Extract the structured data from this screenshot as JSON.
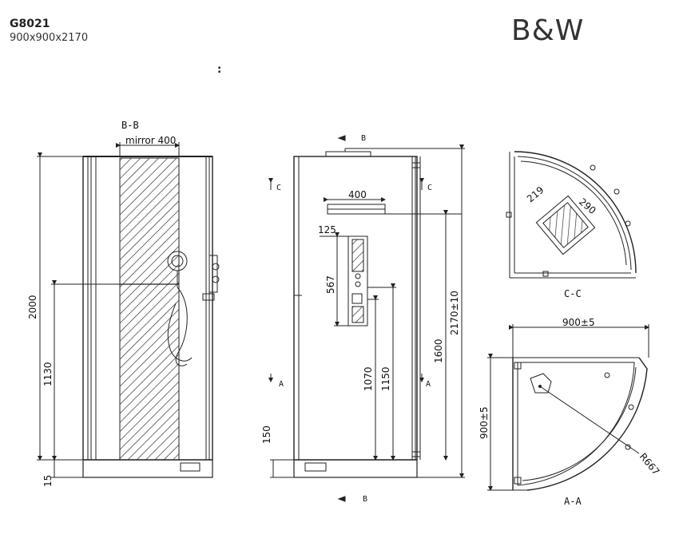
{
  "header": {
    "model": "G8021",
    "size": "900x900x2170",
    "mark": ":"
  },
  "logo": {
    "text": "B&W"
  },
  "views": {
    "bb": {
      "title": "B-B",
      "mirror_label": "mirror 400",
      "dims": {
        "total": "2000",
        "mid": "1130",
        "base": "15"
      }
    },
    "front": {
      "section_b": "B",
      "section_c": "C",
      "section_a": "A",
      "dims": {
        "head_width": "400",
        "panel_offset": "125",
        "panel_height": "567",
        "d1070": "1070",
        "d1150": "1150",
        "d1600": "1600",
        "total": "2170±10",
        "base": "150"
      }
    },
    "cc": {
      "title": "C-C",
      "dims": {
        "a": "219",
        "b": "290"
      }
    },
    "aa": {
      "title": "A-A",
      "dims": {
        "width": "900±5",
        "depth": "900±5",
        "radius": "R667"
      }
    }
  }
}
